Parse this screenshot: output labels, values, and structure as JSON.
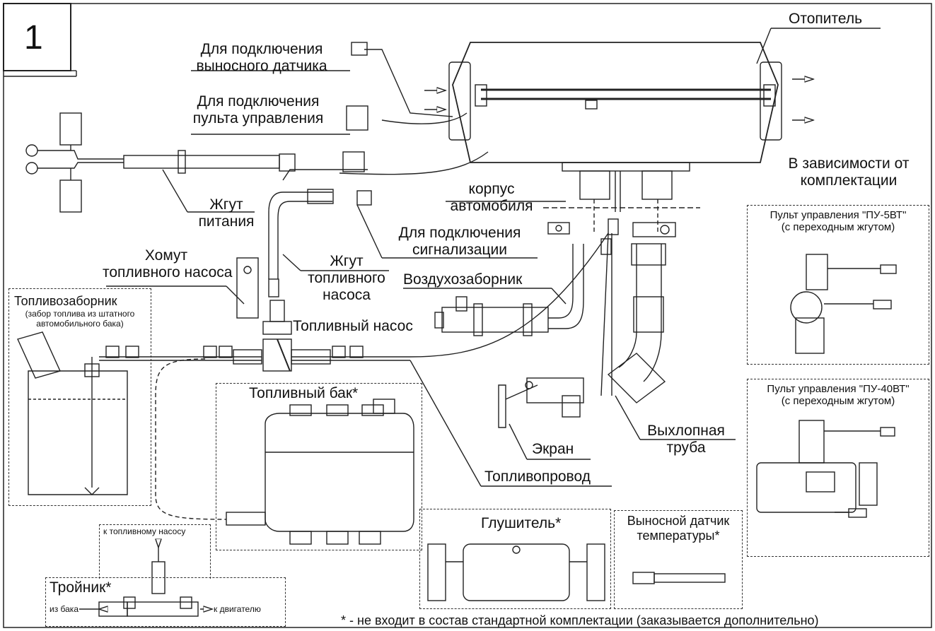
{
  "figure_number": "1",
  "labels": {
    "heater": "Отопитель",
    "remote_sensor_conn": [
      "Для подключения",
      "выносного датчика"
    ],
    "control_panel_conn": [
      "Для подключения",
      "пульта управления"
    ],
    "power_harness": [
      "Жгут",
      "питания"
    ],
    "alarm_conn": [
      "Для подключения",
      "сигнализации"
    ],
    "car_body": [
      "корпус",
      "автомобиля"
    ],
    "depends_on_kit": [
      "В зависимости от",
      "комплектации"
    ],
    "pump_clamp": [
      "Хомут",
      "топливного насоса"
    ],
    "pump_harness": [
      "Жгут",
      "топливного",
      "насоса"
    ],
    "air_intake": "Воздухозаборник",
    "fuel_pump": "Топливный насос",
    "fuel_intake": "Топливозаборник",
    "fuel_intake_note": [
      "(забор топлива из штатного",
      "автомобильного бака)"
    ],
    "fuel_tank": "Топливный бак*",
    "screen": "Экран",
    "exhaust_pipe": [
      "Выхлопная",
      "труба"
    ],
    "fuel_line": "Топливопровод",
    "muffler": "Глушитель*",
    "remote_temp_sensor": [
      "Выносной датчик",
      "температуры*"
    ],
    "tee": "Тройник*",
    "to_fuel_pump": "к топливному насосу",
    "from_tank": "из бака",
    "to_engine": "к двигателю",
    "footnote": "* - не входит в состав стандартной комплектации (заказывается дополнительно)"
  },
  "panels": {
    "pu5": [
      "Пульт управления \"ПУ-5ВТ\"",
      "(с переходным жгутом)"
    ],
    "pu40": [
      "Пульт управления \"ПУ-40ВТ\"",
      "(с переходным жгутом)"
    ]
  },
  "colors": {
    "line": "#222222",
    "fill": "#ffffff",
    "hatch": "#555555"
  }
}
